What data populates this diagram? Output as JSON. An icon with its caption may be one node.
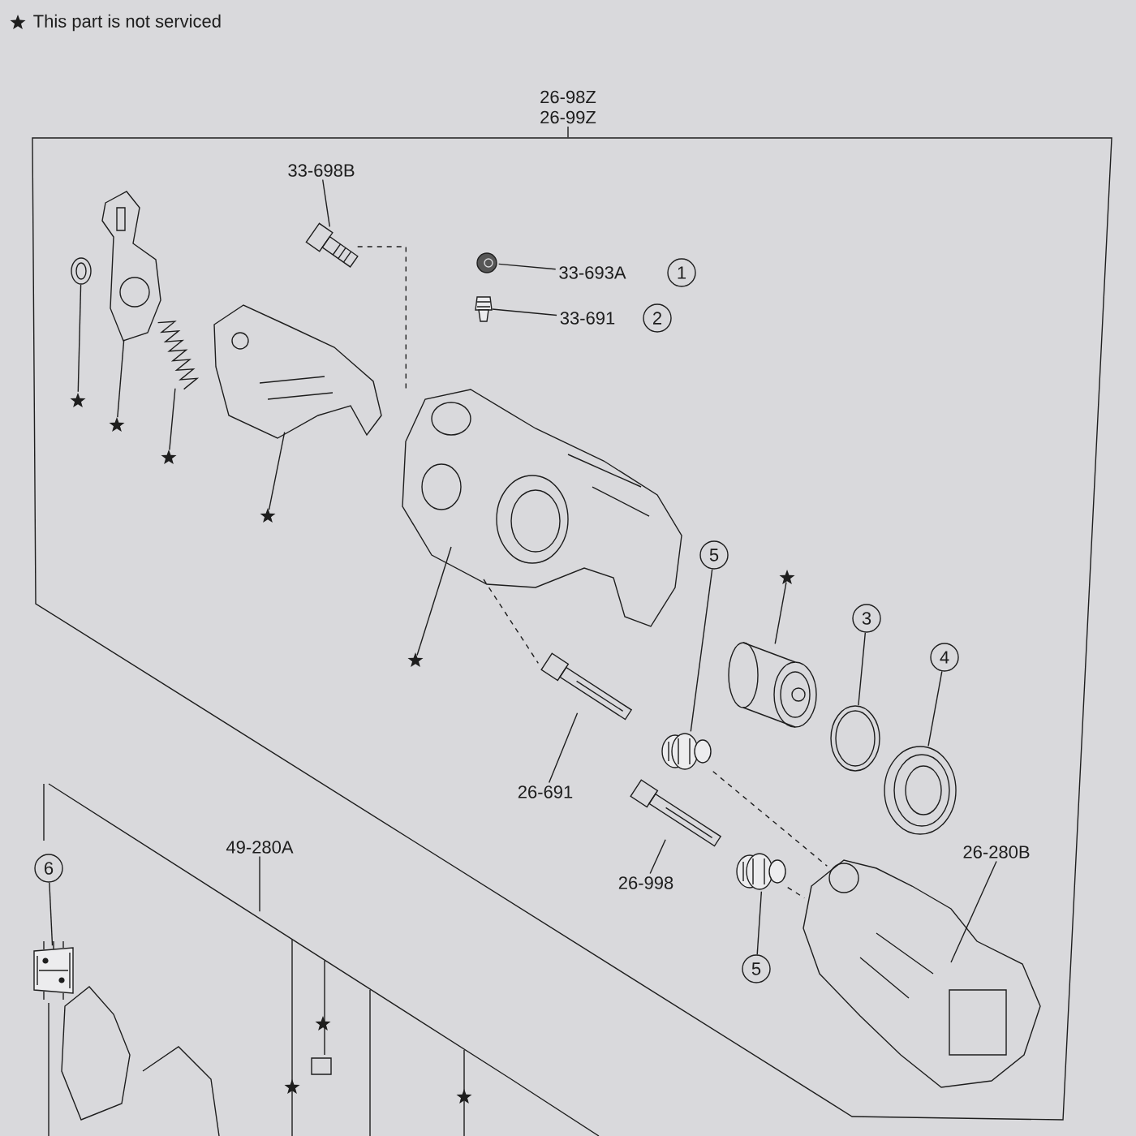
{
  "diagram": {
    "nodes": [
      {
        "text": [
          "26-98Z 26-99Z"
        ]
      },
      {
        "text": [],
        "shape": "box"
      },
      {
        "text": [
          "33-698B"
        ],
        "in": 1
      },
      {
        "text": [],
        "shape": "picture",
        "in": 1
      },
      {
        "text": [
          "33-693A"
        ],
        "in": 1
      },
      {
        "text": [],
        "shape": "picture",
        "in": 1
      },
      {
        "text": [
          "33-691"
        ],
        "in": 1
      },
      {
        "text": [],
        "shape": "picture",
        "in": 1
      },
      {
        "text": [],
        "shape": "star",
        "in": 1
      },
      {
        "text": [],
        "shape": "picture",
        "in": 1
      },
      {
        "text": [],
        "shape": "star",
        "in": 1
      },
      {
        "text": [],
        "shape": "picture",
        "in": 1
      },
      {
        "text": [],
        "shape": "star",
        "in": 1
      },
      {
        "text": [],
        "shape": "picture",
        "in": 1
      },
      {
        "text": [],
        "shape": "star",
        "in": 1
      },
      {
        "text": [],
        "shape": "picture",
        "in": 1
      },
      {
        "text": [],
        "shape": "star",
        "in": 1
      },
      {
        "text": [],
        "shape": "picture",
        "in": 1
      },
      {
        "text": [
          "26-691"
        ],
        "in": 1
      },
      {
        "text": [],
        "shape": "picture",
        "in": 1
      },
      {
        "text": [
          "26-998"
        ],
        "in": 1
      },
      {
        "text": [],
        "shape": "picture",
        "in": 1
      },
      {
        "text": [
          "5"
        ],
        "in": 1
      },
      {
        "text": [],
        "shape": "picture",
        "in": 1
      },
      {
        "text": [],
        "shape": "star",
        "in": 1
      },
      {
        "text": [],
        "shape": "picture",
        "in": 1
      },
      {
        "text": [
          "3"
        ],
        "in": 1
      },
      {
        "text": [],
        "shape": "picture",
        "in": 1
      },
      {
        "text": [
          "4"
        ],
        "in": 1
      },
      {
        "text": [],
        "shape": "picture",
        "in": 1
      },
      {
        "text": [
          "26-280B"
        ],
        "in": 1
      },
      {
        "text": [],
        "shape": "picture",
        "in": 1
      },
      {
        "text": [
          "5"
        ],
        "in": 1
      },
      {
        "text": [],
        "shape": "picture",
        "in": 1
      },
      {
        "text": [
          "49-280A"
        ],
        "in": 35
      },
      {
        "text": [],
        "shape": "box"
      },
      {
        "text": [
          "6"
        ],
        "in": 35
      },
      {
        "text": [],
        "shape": "picture",
        "in": 35
      },
      {
        "text": [
          "1"
        ],
        "in": 1
      },
      {
        "text": [
          "2"
        ],
        "in": 1
      }
    ],
    "edges": [
      {
        "from": 0,
        "to": 1,
        "arrow": "none"
      },
      {
        "from": 2,
        "to": 3,
        "arrow": "none"
      },
      {
        "from": 4,
        "to": 5,
        "arrow": "none"
      },
      {
        "from": 6,
        "to": 7,
        "arrow": "none"
      },
      {
        "from": 8,
        "to": 9,
        "arrow": "none"
      },
      {
        "from": 10,
        "to": 11,
        "arrow": "none"
      },
      {
        "from": 12,
        "to": 13,
        "arrow": "none"
      },
      {
        "from": 14,
        "to": 15,
        "arrow": "none"
      },
      {
        "from": 16,
        "to": 17,
        "arrow": "none"
      },
      {
        "from": 18,
        "to": 19,
        "arrow": "none"
      },
      {
        "from": 20,
        "to": 21,
        "arrow": "none"
      },
      {
        "from": 22,
        "to": 23,
        "arrow": "none"
      },
      {
        "from": 24,
        "to": 25,
        "arrow": "none"
      },
      {
        "from": 26,
        "to": 27,
        "arrow": "none"
      },
      {
        "from": 28,
        "to": 29,
        "arrow": "none"
      },
      {
        "from": 30,
        "to": 31,
        "arrow": "none"
      },
      {
        "from": 32,
        "to": 33,
        "arrow": "none"
      },
      {
        "from": 34,
        "to": 35,
        "arrow": "none"
      },
      {
        "from": 36,
        "to": 37,
        "arrow": "none"
      },
      {
        "from": 3,
        "to": 17,
        "arrow": "none",
        "style": "dashed"
      },
      {
        "from": 17,
        "to": 19,
        "arrow": "none",
        "style": "dashed"
      },
      {
        "from": 23,
        "to": 31,
        "arrow": "none",
        "style": "dashed"
      },
      {
        "from": 33,
        "to": 31,
        "arrow": "none",
        "style": "dashed"
      }
    ],
    "legend": [
      {
        "text": "This part is not serviced"
      }
    ]
  }
}
